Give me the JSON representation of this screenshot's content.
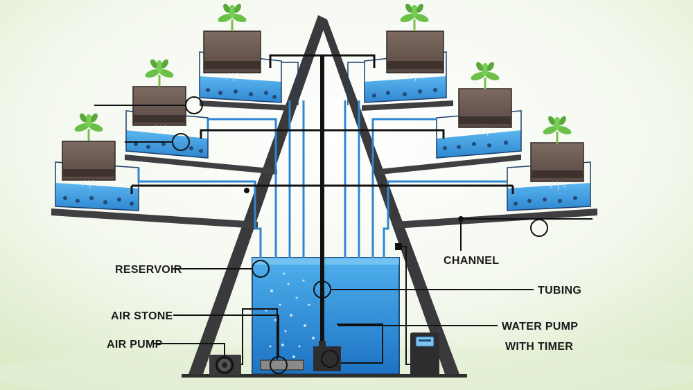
{
  "labels": {
    "reservoir": "RESERVOIR",
    "air_stone": "AIR STONE",
    "air_pump": "AIR PUMP",
    "channel": "CHANNEL",
    "tubing": "TUBING",
    "water_pump_line1": "WATER PUMP",
    "water_pump_line2": "WITH TIMER"
  },
  "colors": {
    "frame": "#3a3a3c",
    "water": "#3e9be0",
    "water_dark": "#1f6fb8",
    "soil": "#6b5a52",
    "plant": "#6cc04a",
    "tubing": "#111111",
    "background": "#eef5e4"
  }
}
